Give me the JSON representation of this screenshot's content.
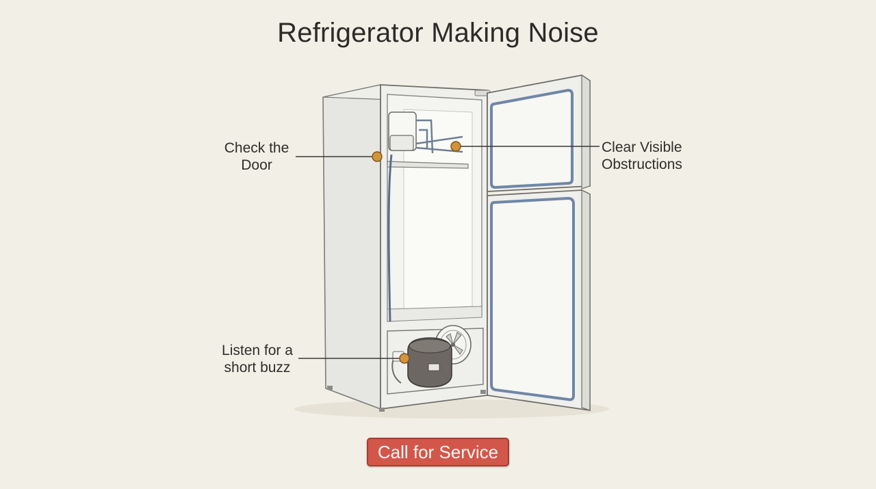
{
  "title": "Refrigerator Making Noise",
  "callouts": {
    "door": [
      "Check the",
      "Door"
    ],
    "obstructions": [
      "Clear Visible",
      "Obstructions"
    ],
    "buzz": [
      "Listen for a",
      "short buzz"
    ]
  },
  "button": {
    "label": "Call for Service"
  },
  "colors": {
    "background": "#f2efe6",
    "marker": "#d1933b",
    "button": "#d2564a",
    "gasket": "#6f86a6"
  }
}
